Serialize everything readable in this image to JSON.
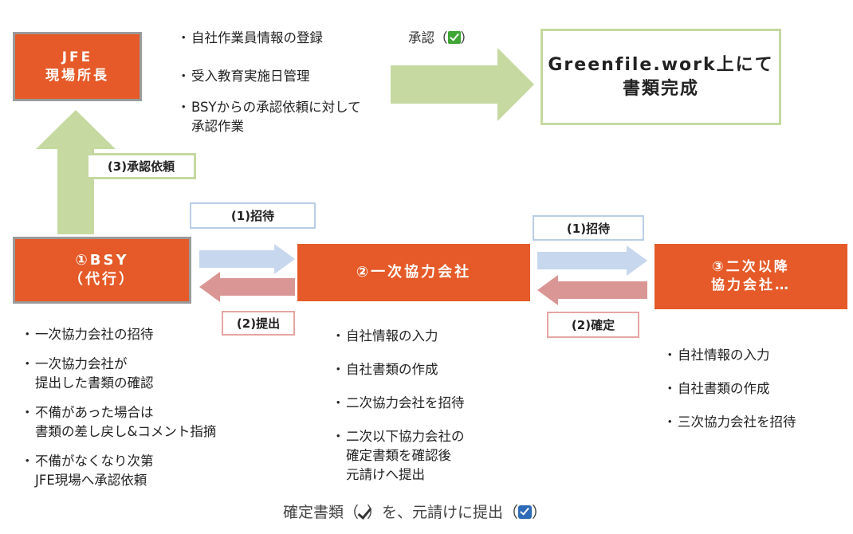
{
  "jfe_box": {
    "line1": "JFE",
    "line2": "現場所長"
  },
  "jfe_tasks": [
    "自社作業員情報の登録",
    "受入教育実施日管理",
    "BSYからの承認依頼に対して\n承認作業"
  ],
  "approval": {
    "label": "承認（",
    "label_end": "）",
    "check_icon": "green-checkbox-icon"
  },
  "greenfile_box": {
    "line1": "Greenfile.work上にて",
    "line2": "書類完成"
  },
  "approval_request_label": "(3)承認依頼",
  "bsy_box": {
    "line1": "①BSY",
    "line2": "（代行）"
  },
  "primary_box": {
    "label": "②一次協力会社"
  },
  "secondary_box": {
    "line1": "③二次以降",
    "line2": "協力会社…"
  },
  "invite_label_1": "(1)招待",
  "invite_label_2": "(1)招待",
  "submit_label": "(2)提出",
  "confirm_label": "(2)確定",
  "bsy_tasks": [
    "一次協力会社の招待",
    "一次協力会社が\n提出した書類の確認",
    "不備があった場合は\n書類の差し戻し&コメント指摘",
    "不備がなくなり次第\nJFE現場へ承認依頼"
  ],
  "primary_tasks": [
    "自社情報の入力",
    "自社書類の作成",
    "二次協力会社を招待",
    "二次以下協力会社の\n確定書類を確認後\n元請けへ提出"
  ],
  "secondary_tasks": [
    "自社情報の入力",
    "自社書類の作成",
    "三次協力会社を招待"
  ],
  "footer": {
    "part1": "確定書類（",
    "part2": "）を、元請けに提出（",
    "part3": "）"
  },
  "colors": {
    "orange": "#e55a28",
    "green_arrow": "#c5d9a0",
    "blue_arrow": "#c6d7ee",
    "red_arrow": "#d99694",
    "gray_border": "#9a9a9a"
  }
}
